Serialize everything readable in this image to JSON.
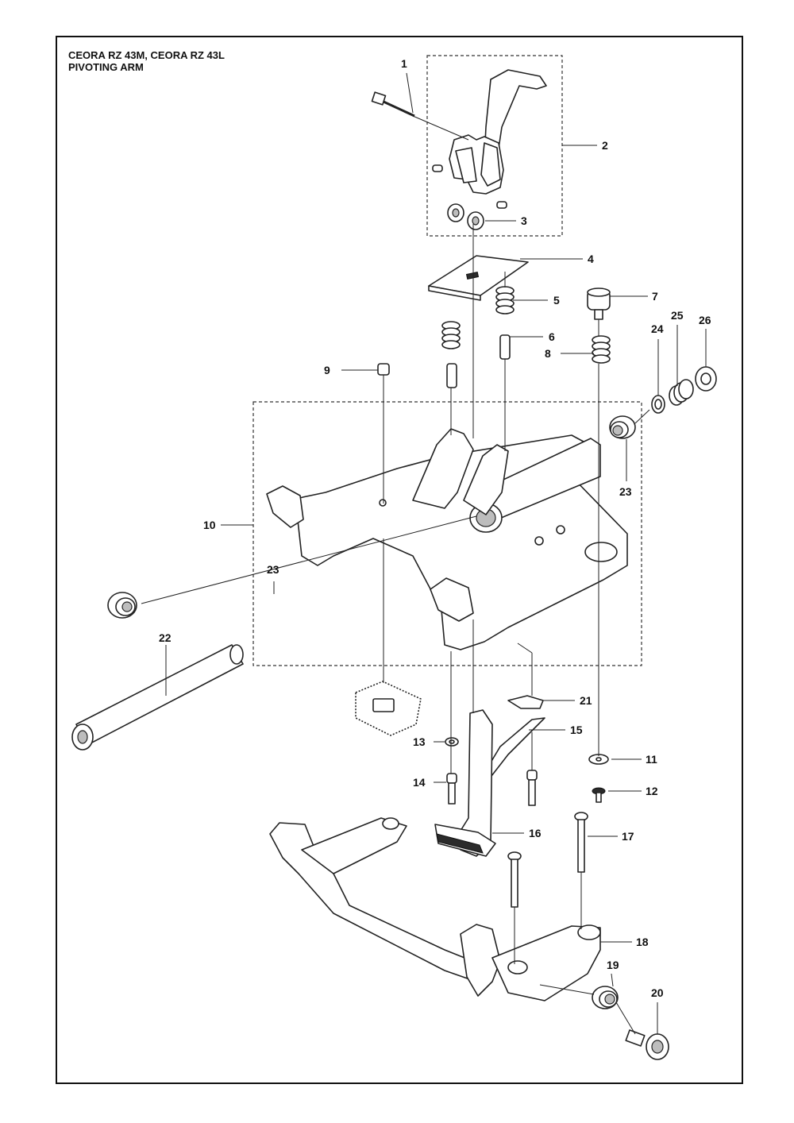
{
  "title": {
    "line1": "CEORA RZ 43M, CEORA RZ 43L",
    "line2": "PIVOTING ARM"
  },
  "callouts": [
    "1",
    "2",
    "3",
    "4",
    "5",
    "6",
    "7",
    "8",
    "9",
    "10",
    "11",
    "12",
    "13",
    "14",
    "15",
    "16",
    "17",
    "18",
    "19",
    "20",
    "21",
    "22",
    "23",
    "23",
    "24",
    "25",
    "26"
  ]
}
